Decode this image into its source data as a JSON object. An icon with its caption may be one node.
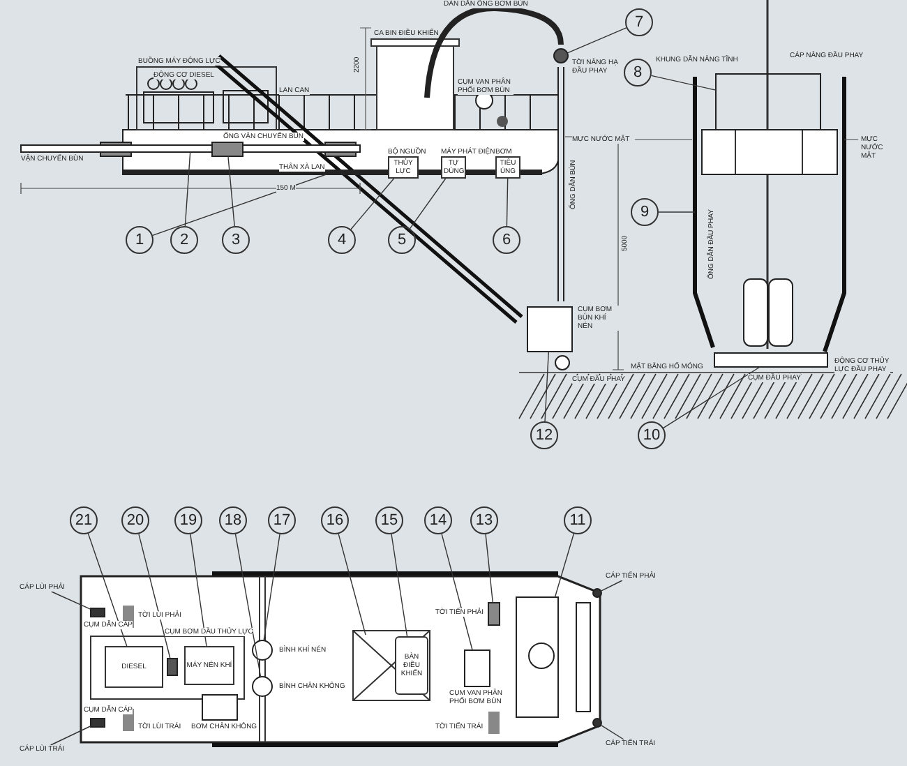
{
  "diagram": {
    "nodes": [
      {
        "text": [
          "1"
        ]
      },
      {
        "text": [
          "2"
        ]
      },
      {
        "text": [
          "3"
        ]
      },
      {
        "text": [
          "4"
        ]
      },
      {
        "text": [
          "5"
        ]
      },
      {
        "text": [
          "6"
        ]
      },
      {
        "text": [
          "7"
        ]
      },
      {
        "text": [
          "8"
        ]
      },
      {
        "text": [
          "9"
        ]
      },
      {
        "text": [
          "10"
        ]
      },
      {
        "text": [
          "11"
        ]
      },
      {
        "text": [
          "12"
        ]
      },
      {
        "text": [
          "13"
        ]
      },
      {
        "text": [
          "14"
        ]
      },
      {
        "text": [
          "15"
        ]
      },
      {
        "text": [
          "16"
        ]
      },
      {
        "text": [
          "17"
        ]
      },
      {
        "text": [
          "18"
        ]
      },
      {
        "text": [
          "19"
        ]
      },
      {
        "text": [
          "20"
        ]
      },
      {
        "text": [
          "21"
        ]
      },
      {
        "text": [
          "BỘ NGUỒN",
          "THỦY LỰC"
        ]
      },
      {
        "text": [
          "MÁY PHÁT ĐIỆN",
          "TỰ DÙNG"
        ]
      },
      {
        "text": [
          "BƠM",
          "TIÊU ÚNG"
        ]
      },
      {
        "text": [
          "DIESEL"
        ]
      },
      {
        "text": [
          "MÁY NÉN KHÍ"
        ]
      },
      {
        "text": [
          "BÀN ĐIỀU KHIỂN"
        ]
      },
      {
        "text": [
          "CÁP LÙI PHẢI"
        ]
      },
      {
        "text": [
          "CÁP LÙI TRÁI"
        ]
      },
      {
        "text": [
          "CÁP TIẾN PHẢI"
        ]
      },
      {
        "text": [
          "CÁP TIẾN TRÁI"
        ]
      },
      {
        "text": [],
        "shape": "bar",
        "beside": [
          "VẬN CHUYỂN BÙN"
        ]
      },
      {
        "text": [],
        "shape": "box"
      },
      {
        "text": [],
        "shape": "circle"
      },
      {
        "text": [],
        "shape": "box"
      },
      {
        "text": [],
        "shape": "bar"
      },
      {
        "text": [],
        "shape": "box"
      },
      {
        "text": [],
        "shape": "box"
      },
      {
        "text": [],
        "shape": "box",
        "beside": [
          "CỤM BƠM BÙN KHÍ NÉN"
        ]
      },
      {
        "text": [],
        "shape": "box"
      },
      {
        "text": [],
        "shape": "box"
      },
      {
        "text": [],
        "shape": "circle"
      },
      {
        "text": [],
        "shape": "circle"
      },
      {
        "text": [],
        "shape": "box"
      },
      {
        "text": [],
        "shape": "box"
      },
      {
        "text": [],
        "shape": "box"
      },
      {
        "text": [],
        "shape": "circle"
      },
      {
        "text": [],
        "shape": "circle"
      },
      {
        "text": [],
        "shape": "bar"
      }
    ],
    "edges": [
      {
        "from": 0,
        "to": 48,
        "arrow": "none"
      },
      {
        "from": 1,
        "to": 31,
        "arrow": "none"
      },
      {
        "from": 2,
        "to": 32,
        "arrow": "none"
      },
      {
        "from": 3,
        "to": 21,
        "arrow": "none"
      },
      {
        "from": 4,
        "to": 22,
        "arrow": "none"
      },
      {
        "from": 5,
        "to": 23,
        "arrow": "none"
      },
      {
        "from": 6,
        "to": 33,
        "arrow": "none"
      },
      {
        "from": 7,
        "to": 34,
        "arrow": "none"
      },
      {
        "from": 8,
        "to": 35,
        "arrow": "none"
      },
      {
        "from": 9,
        "to": 36,
        "arrow": "none"
      },
      {
        "from": 10,
        "to": 37,
        "arrow": "none"
      },
      {
        "from": 11,
        "to": 38,
        "arrow": "none"
      },
      {
        "from": 12,
        "to": 39,
        "arrow": "none"
      },
      {
        "from": 13,
        "to": 40,
        "arrow": "none"
      },
      {
        "from": 14,
        "to": 26,
        "arrow": "none"
      },
      {
        "from": 15,
        "to": null,
        "arrow": "none"
      },
      {
        "from": 16,
        "to": 41,
        "arrow": "none"
      },
      {
        "from": 17,
        "to": 42,
        "arrow": "none"
      },
      {
        "from": 18,
        "to": 25,
        "arrow": "none"
      },
      {
        "from": 19,
        "to": 43,
        "arrow": "none"
      },
      {
        "from": 20,
        "to": 24,
        "arrow": "none"
      },
      {
        "from": 27,
        "to": 44,
        "arrow": "none"
      },
      {
        "from": 28,
        "to": 45,
        "arrow": "none"
      },
      {
        "from": 29,
        "to": 46,
        "arrow": "none"
      },
      {
        "from": 30,
        "to": 47,
        "arrow": "none"
      }
    ],
    "labels": [
      "DÀN DẪN ỐNG BƠM BÙN",
      "CA BIN ĐIỀU KHIỂN",
      "TỜI NÂNG HẠ ĐẦU PHAY",
      "BUỒNG MÁY ĐỘNG LỰC",
      "ĐỘNG CƠ DIESEL",
      "LAN CAN",
      "2200",
      "KHUNG DẪN NÂNG TĨNH",
      "CÁP NÂNG ĐẦU PHAY",
      "CỤM VAN PHÂN PHỐI BƠM BÙN",
      "ỐNG VẬN CHUYỂN BÙN",
      "MỰC NƯỚC MẶT",
      "MỰC NƯỚC MẶT",
      "THÂN XÀ LAN",
      "150 M",
      "ỐNG DẪN BÙN",
      "5000",
      "ỐNG DẪN ĐẦU PHAY",
      "MẶT BẰNG HỐ MÓNG",
      "ĐỘNG CƠ THỦY LỰC ĐẦU PHAY",
      "CỤM ĐẦU PHAY",
      "CỤM ĐẦU PHAY",
      "CỤM DẪN CÁP",
      "TỜI LÙI PHẢI",
      "CỤM BƠM DẦU THỦY LỰC",
      "TỜI TIẾN PHẢI",
      "CỤM VAN PHÂN PHỐI BƠM BÙN",
      "BÌNH KHÍ NÉN",
      "BÌNH CHÂN KHÔNG",
      "BƠM CHÂN KHÔNG",
      "CỤM DẪN CÁP",
      "TỜI LÙI TRÁI",
      "TỜI TIẾN TRÁI"
    ]
  }
}
